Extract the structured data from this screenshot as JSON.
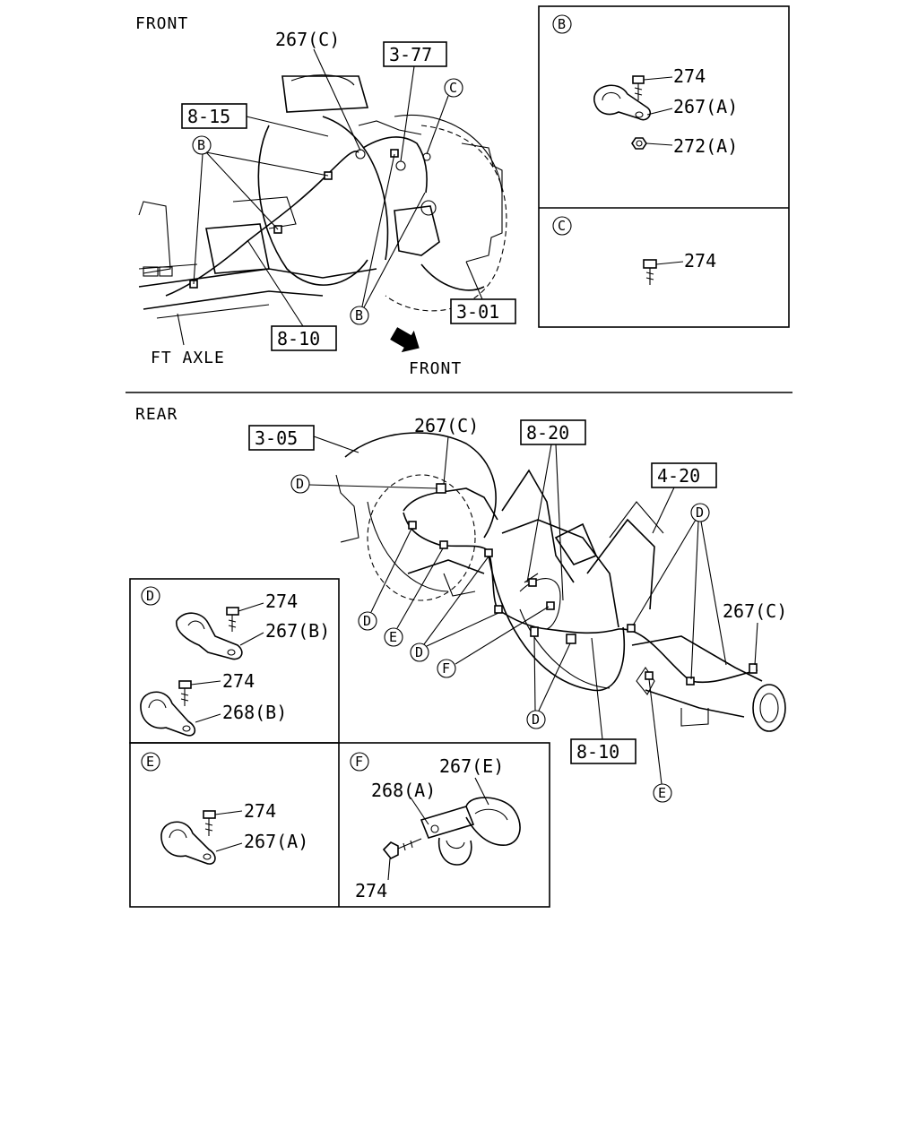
{
  "sections": {
    "front_title": "FRONT",
    "rear_title": "REAR",
    "front_arrow_label": "FRONT",
    "axle_label": "FT AXLE"
  },
  "front": {
    "part_267c": "267(C)",
    "ref_3_77": "3-77",
    "ref_8_15": "8-15",
    "ref_8_10": "8-10",
    "ref_3_01": "3-01",
    "callout_c": "C",
    "callout_b_top": "B",
    "callout_b_bottom": "B"
  },
  "detail_b": {
    "title": "B",
    "p1": "274",
    "p2": "267(A)",
    "p3": "272(A)"
  },
  "detail_c": {
    "title": "C",
    "p1": "274"
  },
  "rear": {
    "ref_3_05": "3-05",
    "part_267c_top": "267(C)",
    "ref_8_20": "8-20",
    "ref_4_20": "4-20",
    "part_267c_right": "267(C)",
    "ref_8_10": "8-10",
    "c_d1": "D",
    "c_d2": "D",
    "c_e1": "E",
    "c_d3": "D",
    "c_f": "F",
    "c_d4": "D",
    "c_d5": "D",
    "c_e2": "E"
  },
  "detail_d": {
    "title": "D",
    "p1": "274",
    "p2": "267(B)",
    "p3": "274",
    "p4": "268(B)"
  },
  "detail_e": {
    "title": "E",
    "p1": "274",
    "p2": "267(A)"
  },
  "detail_f": {
    "title": "F",
    "p1": "267(E)",
    "p2": "268(A)",
    "p3": "274"
  }
}
